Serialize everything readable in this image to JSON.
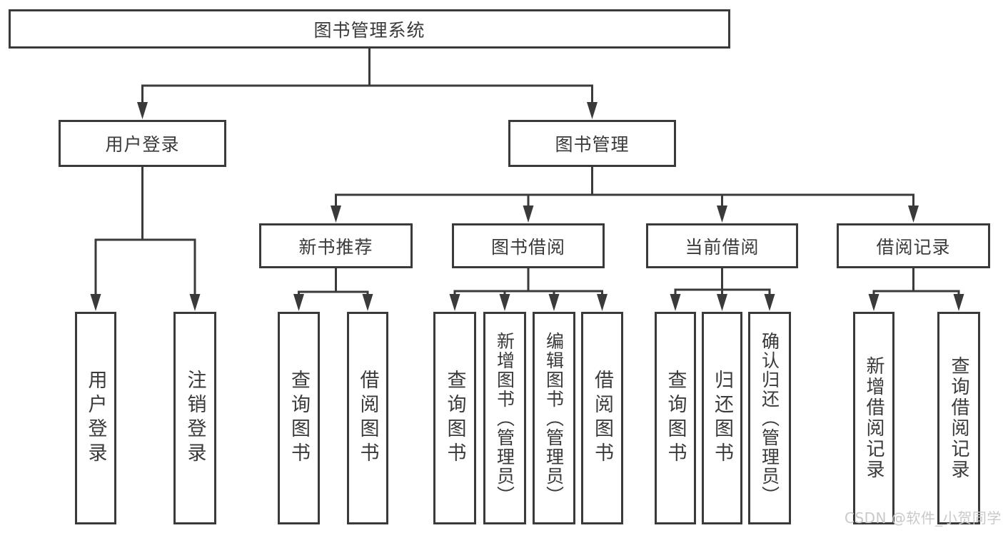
{
  "nodes": {
    "root": {
      "label": "图书管理系统"
    },
    "login": {
      "label": "用户登录"
    },
    "mgmt": {
      "label": "图书管理"
    },
    "rec": {
      "label": "新书推荐"
    },
    "borrow": {
      "label": "图书借阅"
    },
    "current": {
      "label": "当前借阅"
    },
    "records": {
      "label": "借阅记录"
    },
    "leaf_user_login": {
      "label": "用户登录"
    },
    "leaf_logout": {
      "label": "注销登录"
    },
    "leaf_rec_query": {
      "label": "查询图书"
    },
    "leaf_rec_borrow": {
      "label": "借阅图书"
    },
    "leaf_bor_query": {
      "label": "查询图书"
    },
    "leaf_bor_add": {
      "label": "新增图书（管理员）"
    },
    "leaf_bor_edit": {
      "label": "编辑图书（管理员）"
    },
    "leaf_bor_borrow": {
      "label": "借阅图书"
    },
    "leaf_cur_query": {
      "label": "查询图书"
    },
    "leaf_cur_return": {
      "label": "归还图书"
    },
    "leaf_cur_confirm": {
      "label": "确认归还（管理员）"
    },
    "leaf_rc_add": {
      "label": "新增借阅记录"
    },
    "leaf_rc_query": {
      "label": "查询借阅记录"
    }
  },
  "watermark": "CSDN @软件_小贺同学",
  "colors": {
    "line": "#3a3a3a",
    "text": "#3a3a3a",
    "background": "#ffffff",
    "watermark": "#c9c9c9"
  }
}
